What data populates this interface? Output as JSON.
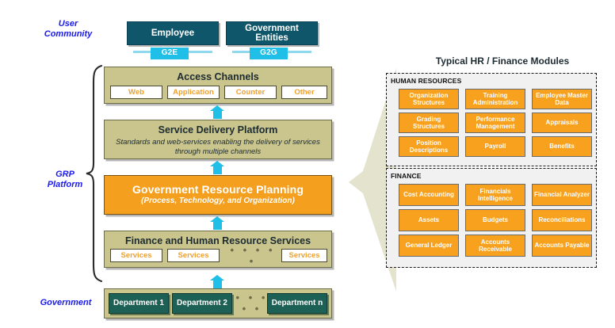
{
  "colors": {
    "teal_actor": "#0f566b",
    "cyan": "#1fbfe8",
    "olive_band": "#c9c58c",
    "orange_grp": "#f59f1e",
    "orange_module": "#f8a11e",
    "dept_green": "#1d6156",
    "label_blue": "#1a1af0",
    "wedge": "#e4e4ce",
    "panel_fill": "#f1f1f1"
  },
  "side_labels": {
    "user_community": "User\nCommunity",
    "user_community_line1": "User",
    "user_community_line2": "Community",
    "grp_platform_line1": "GRP",
    "grp_platform_line2": "Platform",
    "government": "Government"
  },
  "actors": [
    {
      "label": "Employee",
      "badge": "G2E"
    },
    {
      "label": "Government\nEntities",
      "line1": "Government",
      "line2": "Entities",
      "badge": "G2G"
    }
  ],
  "access_channels": {
    "title": "Access Channels",
    "chips": [
      "Web",
      "Application",
      "Counter",
      "Other"
    ]
  },
  "service_delivery": {
    "title": "Service Delivery Platform",
    "subtitle_line1": "Standards and web-services  enabling the delivery of services",
    "subtitle_line2": "through multiple channels"
  },
  "grp": {
    "title": "Government Resource Planning",
    "subtitle": "(Process, Technology, and Organization)"
  },
  "services_band": {
    "title": "Finance and Human Resource Services",
    "chips": [
      "Services",
      "Services",
      "Services"
    ],
    "ellipsis": "• • • • •"
  },
  "departments": {
    "items": [
      "Department 1",
      "Department 2",
      "Department n"
    ],
    "ellipsis": "• • • • •"
  },
  "modules_panel": {
    "title": "Typical HR / Finance Modules",
    "groups": [
      {
        "label": "HUMAN RESOURCES",
        "modules": [
          {
            "line1": "Organization",
            "line2": "Structures"
          },
          {
            "line1": "Training",
            "line2": "Administration"
          },
          {
            "line1": "Employee Master",
            "line2": "Data"
          },
          {
            "line1": "Grading",
            "line2": "Structures"
          },
          {
            "line1": "Performance",
            "line2": "Management"
          },
          {
            "line1": "Appraisals",
            "line2": ""
          },
          {
            "line1": "Position",
            "line2": "Descriptions"
          },
          {
            "line1": "Payroll",
            "line2": ""
          },
          {
            "line1": "Benefits",
            "line2": ""
          }
        ]
      },
      {
        "label": "FINANCE",
        "modules": [
          {
            "line1": "Cost Accounting",
            "line2": ""
          },
          {
            "line1": "Financials",
            "line2": "Intelligence"
          },
          {
            "line1": "Financial Analyzer",
            "line2": ""
          },
          {
            "line1": "Assets",
            "line2": ""
          },
          {
            "line1": "Budgets",
            "line2": ""
          },
          {
            "line1": "Reconciliations",
            "line2": ""
          },
          {
            "line1": "General Ledger",
            "line2": ""
          },
          {
            "line1": "Accounts",
            "line2": "Receivable"
          },
          {
            "line1": "Accounts Payable",
            "line2": ""
          }
        ]
      }
    ]
  }
}
